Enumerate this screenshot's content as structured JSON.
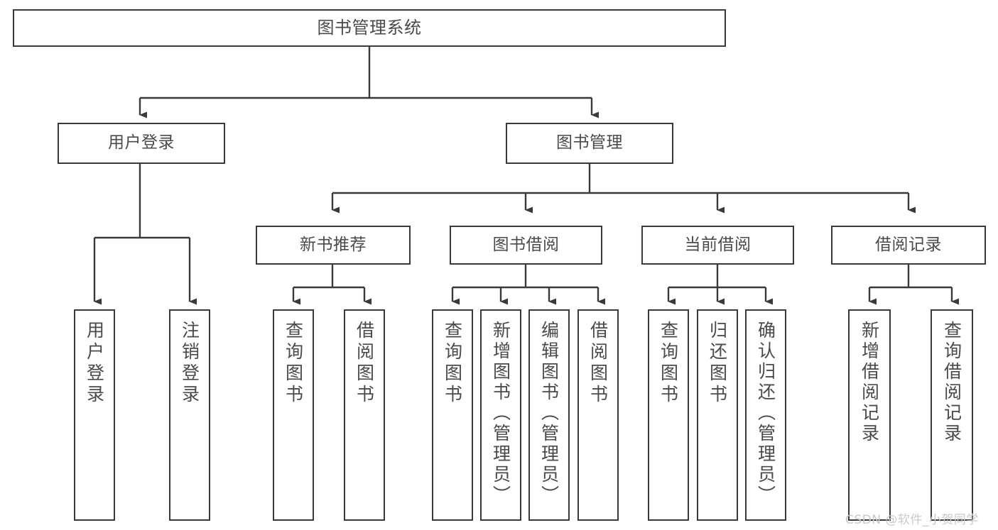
{
  "diagram": {
    "title": "图书管理系统",
    "type": "tree",
    "watermark": "CSDN @软件_小贺同学",
    "colors": {
      "box_border": "#3a3a3a",
      "box_fill": "#ffffff",
      "text": "#4a4a4a",
      "connector": "#3a3a3a",
      "watermark": "#c9c9c9",
      "background": "#ffffff"
    },
    "root": {
      "label": "图书管理系统"
    },
    "level2": [
      {
        "label": "用户登录"
      },
      {
        "label": "图书管理"
      }
    ],
    "level3": [
      {
        "label": "新书推荐"
      },
      {
        "label": "图书借阅"
      },
      {
        "label": "当前借阅"
      },
      {
        "label": "借阅记录"
      }
    ],
    "leaves": {
      "user_login": [
        {
          "label": "用户登录"
        },
        {
          "label": "注销登录"
        }
      ],
      "new_book_recommend": [
        {
          "label": "查询图书"
        },
        {
          "label": "借阅图书"
        }
      ],
      "book_borrow": [
        {
          "label": "查询图书"
        },
        {
          "label": "新增图书（管理员）"
        },
        {
          "label": "编辑图书（管理员）"
        },
        {
          "label": "借阅图书"
        }
      ],
      "current_borrow": [
        {
          "label": "查询图书"
        },
        {
          "label": "归还图书"
        },
        {
          "label": "确认归还（管理员）"
        }
      ],
      "borrow_record": [
        {
          "label": "新增借阅记录"
        },
        {
          "label": "查询借阅记录"
        }
      ]
    }
  }
}
